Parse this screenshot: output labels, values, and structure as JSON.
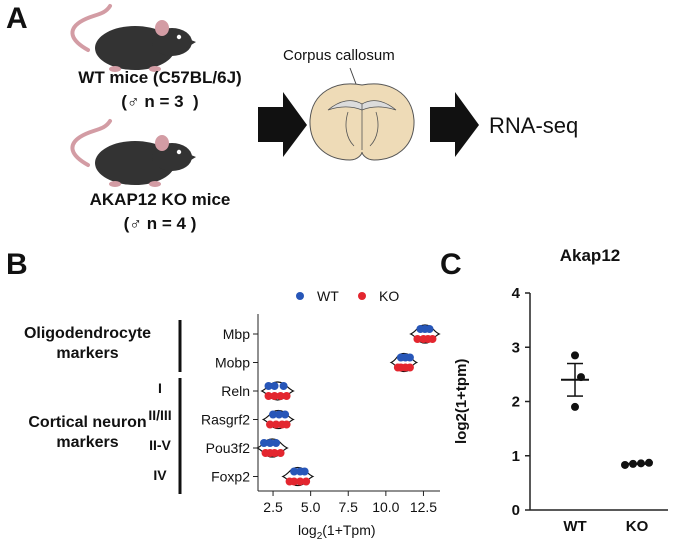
{
  "panels": {
    "a": "A",
    "b": "B",
    "c": "C"
  },
  "panel_a": {
    "wt_label": "WT mice (C57BL/6J)",
    "wt_n": "(♂ n = 3  )",
    "ko_label": "AKAP12 KO mice",
    "ko_n": "(♂ n = 4 )",
    "tissue_label": "Corpus callosum",
    "output_label": "RNA-seq",
    "colors": {
      "mouse_body": "#333333",
      "mouse_ear": "#d39ca4",
      "brain": "#eedbb7",
      "arrow": "#111111"
    }
  },
  "chart_data": [
    {
      "panel": "B",
      "type": "scatter",
      "xlabel_base": "log",
      "xlabel_sub": "2",
      "xlabel_rest": "(1+Tpm)",
      "xticks": [
        "2.5",
        "5.0",
        "7.5",
        "10.0",
        "12.5"
      ],
      "xlim": [
        1.5,
        13.6
      ],
      "categories": [
        "Mbp",
        "Mobp",
        "Reln",
        "Rasgrf2",
        "Pou3f2",
        "Foxp2"
      ],
      "legend": [
        "WT",
        "KO"
      ],
      "legend_position": "top",
      "groups": [
        {
          "label_lines": [
            "Oligodendrocyte",
            "markers"
          ],
          "layers": []
        },
        {
          "label_lines": [
            "Cortical neuron",
            "markers"
          ],
          "layers": [
            "I",
            "II/III",
            "II-V",
            "IV"
          ]
        }
      ],
      "series": [
        {
          "name": "WT",
          "color": "#2756b8",
          "values": [
            [
              12.3,
              12.6,
              12.9
            ],
            [
              11.0,
              11.3,
              11.6
            ],
            [
              2.2,
              2.6,
              3.2
            ],
            [
              2.5,
              2.9,
              3.3
            ],
            [
              1.9,
              2.3,
              2.7
            ],
            [
              3.9,
              4.3,
              4.6
            ]
          ]
        },
        {
          "name": "KO",
          "color": "#e3262f",
          "values": [
            [
              12.1,
              12.5,
              12.8,
              13.1
            ],
            [
              10.8,
              11.0,
              11.3,
              11.6
            ],
            [
              2.2,
              2.6,
              3.0,
              3.4
            ],
            [
              2.3,
              2.7,
              3.1,
              3.4
            ],
            [
              2.0,
              2.3,
              2.6,
              3.0
            ],
            [
              3.6,
              3.9,
              4.3,
              4.7
            ]
          ]
        }
      ]
    },
    {
      "panel": "C",
      "type": "scatter",
      "title": "Akap12",
      "ylabel": "log2(1+tpm)",
      "ylim": [
        0,
        4
      ],
      "yticks": [
        "0",
        "1",
        "2",
        "3",
        "4"
      ],
      "categories": [
        "WT",
        "KO"
      ],
      "points": [
        [
          2.85,
          2.45,
          1.9
        ],
        [
          0.83,
          0.85,
          0.86,
          0.87
        ]
      ],
      "means": [
        2.4,
        0.85
      ],
      "sem": [
        0.3,
        0.01
      ]
    }
  ]
}
